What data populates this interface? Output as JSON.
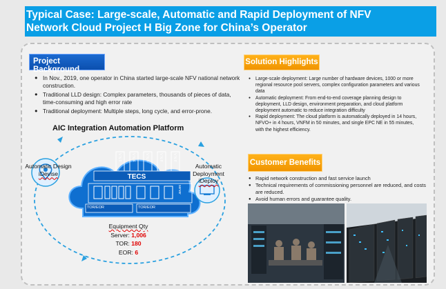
{
  "title": {
    "line1": "Typical Case: Large-scale, Automatic and Rapid Deployment of NFV",
    "line2": "Network Cloud Project H Big Zone for China’s Operator"
  },
  "project_background": {
    "tag": "Project Background",
    "items": [
      "In Nov., 2019, one operator in China started large-scale NFV national network construction.",
      "Traditional LLD design: Complex parameters, thousands of pieces of data, time-consuming and high error rate",
      "Traditional deployment: Multiple steps, long cycle, and error-prone."
    ]
  },
  "platform": {
    "title": "AIC Integration Automation Platform",
    "vnf_label": "VNF",
    "tecs_label": "TECS",
    "server_label": "server",
    "tor_eor_label": "TOR/EOR",
    "left_label_1": "Automatic Design",
    "left_label_2": "iDevise",
    "right_label_1": "Automatic",
    "right_label_2": "Deployment",
    "right_label_3": "iDeploy"
  },
  "equipment": {
    "title": "Equipment Qty",
    "server_label": "Server:",
    "server_value": "1,006",
    "tor_label": "TOR:",
    "tor_value": "180",
    "eor_label": "EOR:",
    "eor_value": "6"
  },
  "solution": {
    "tag": "Solution Highlights",
    "items": [
      "Large-scale deployment: Large number of hardware devices, 1000 or more regional resource pool servers, complex configuration parameters and various data",
      "Automatic deployment: From end-to-end coverage planning design to deployment, LLD design, environment preparation, and cloud platform deployment automatic to reduce integration difficulty",
      "Rapid deployment: The cloud platform is automatically deployed in 14 hours, NFVO+ in 4 hours, VNFM in 50 minutes, and single EPC NE in 55 minutes, with the highest efficiency."
    ]
  },
  "customer": {
    "tag": "Customer Benefits",
    "items": [
      "Rapid network construction and fast service launch",
      "Technical requirements of commissioning personnel are reduced, and costs are reduced.",
      "Avoid human errors and guarantee quality."
    ]
  }
}
